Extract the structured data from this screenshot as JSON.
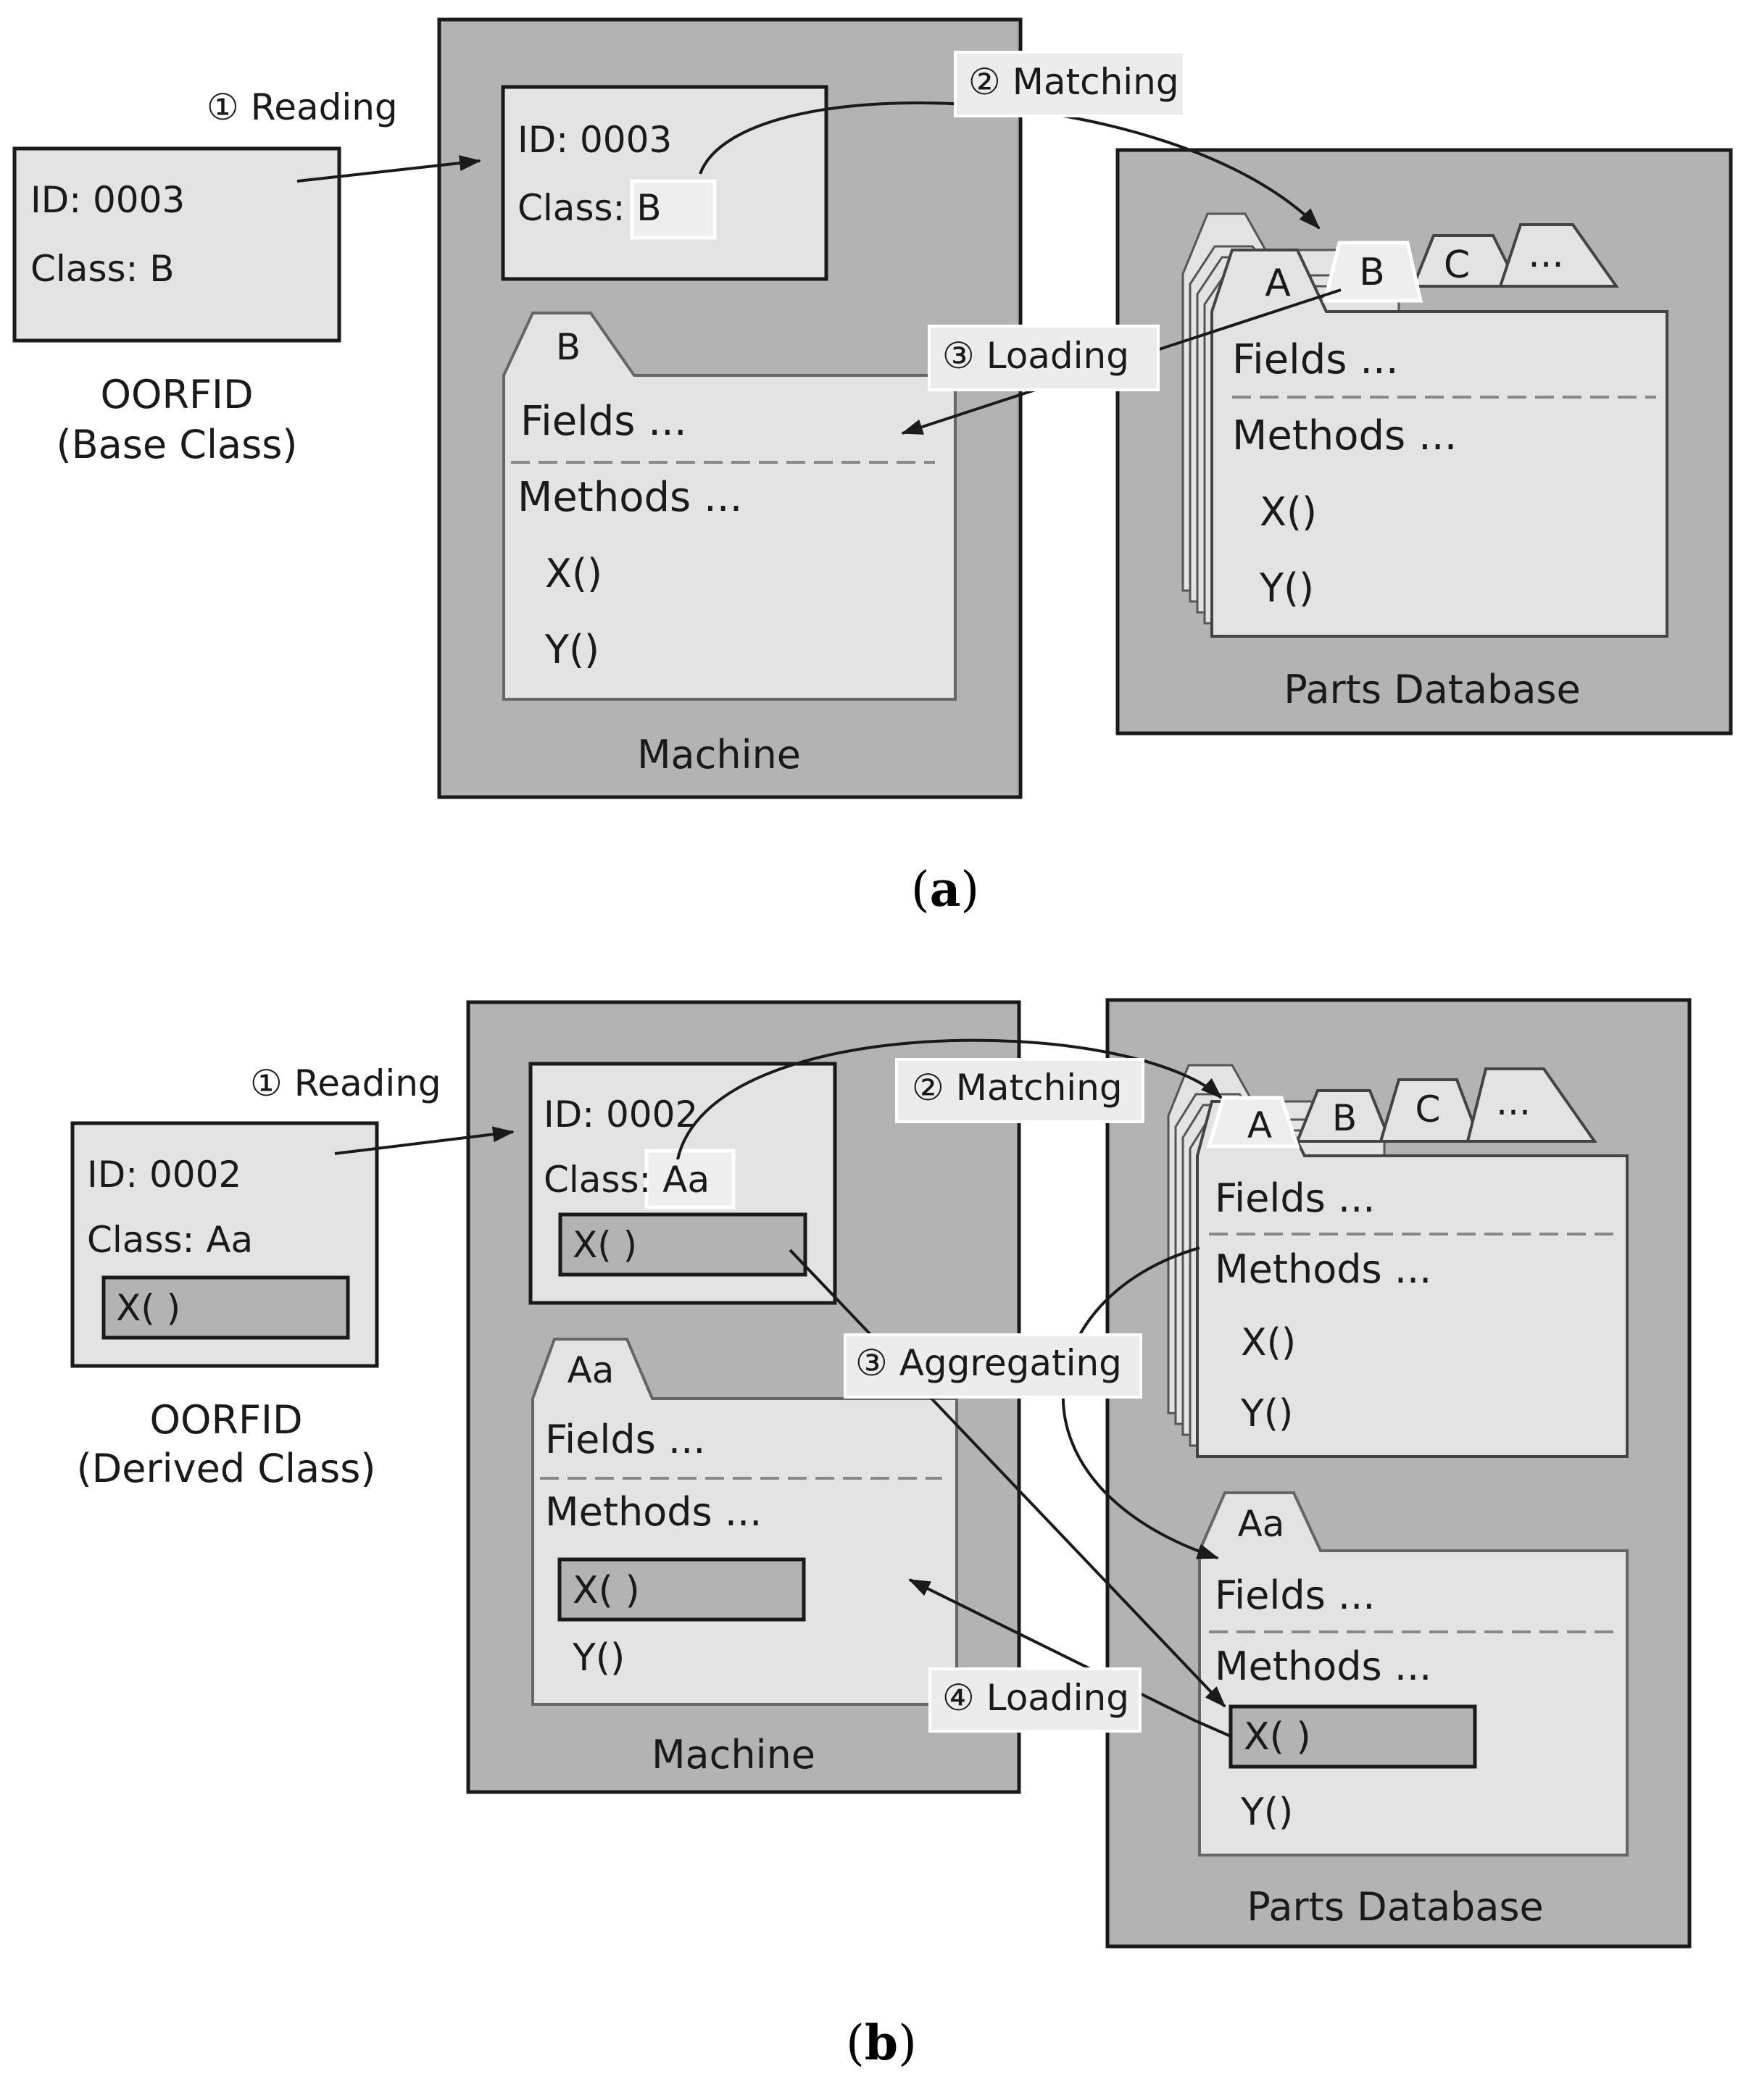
{
  "panel_a": {
    "step1": "① Reading",
    "step2": "② Matching",
    "step3": "③ Loading",
    "oorfid": {
      "id": "ID: 0003",
      "cls": "Class: B",
      "title1": "OORFID",
      "title2": "(Base Class)"
    },
    "machine": {
      "id": "ID: 0003",
      "cls": "Class: B",
      "tab": "B",
      "fields": "Fields ...",
      "methods": "Methods ...",
      "x": "X()",
      "y": "Y()",
      "label": "Machine"
    },
    "db": {
      "tab_a": "A",
      "tab_b": "B",
      "tab_c": "C",
      "tab_more": "...",
      "fields": "Fields ...",
      "methods": "Methods ...",
      "x": "X()",
      "y": "Y()",
      "label": "Parts Database"
    },
    "caption": {
      "open": "(",
      "letter": "a",
      "close": ")"
    }
  },
  "panel_b": {
    "step1": "① Reading",
    "step2": "② Matching",
    "step3": "③ Aggregating",
    "step4": "④ Loading",
    "oorfid": {
      "id": "ID: 0002",
      "cls": "Class: Aa",
      "x": "X( )",
      "title1": "OORFID",
      "title2": "(Derived Class)"
    },
    "machine": {
      "id": "ID: 0002",
      "cls": "Class: Aa",
      "x_chip": "X( )",
      "tab": "Aa",
      "fields": "Fields ...",
      "methods": "Methods ...",
      "x": "X( )",
      "y": "Y()",
      "label": "Machine"
    },
    "db": {
      "tab_a": "A",
      "tab_b": "B",
      "tab_c": "C",
      "tab_more": "...",
      "fields": "Fields ...",
      "methods": "Methods ...",
      "x": "X()",
      "y": "Y()",
      "tab_aa": "Aa",
      "aa_fields": "Fields ...",
      "aa_methods": "Methods ...",
      "aa_x": "X( )",
      "aa_y": "Y()",
      "label": "Parts Database"
    },
    "caption": {
      "open": "(",
      "letter": "b",
      "close": ")"
    }
  },
  "colors": {
    "container": "#b3b3b3",
    "card": "#e3e3e3",
    "chip": "#b3b3b3",
    "stroke": "#1a1a1a"
  }
}
